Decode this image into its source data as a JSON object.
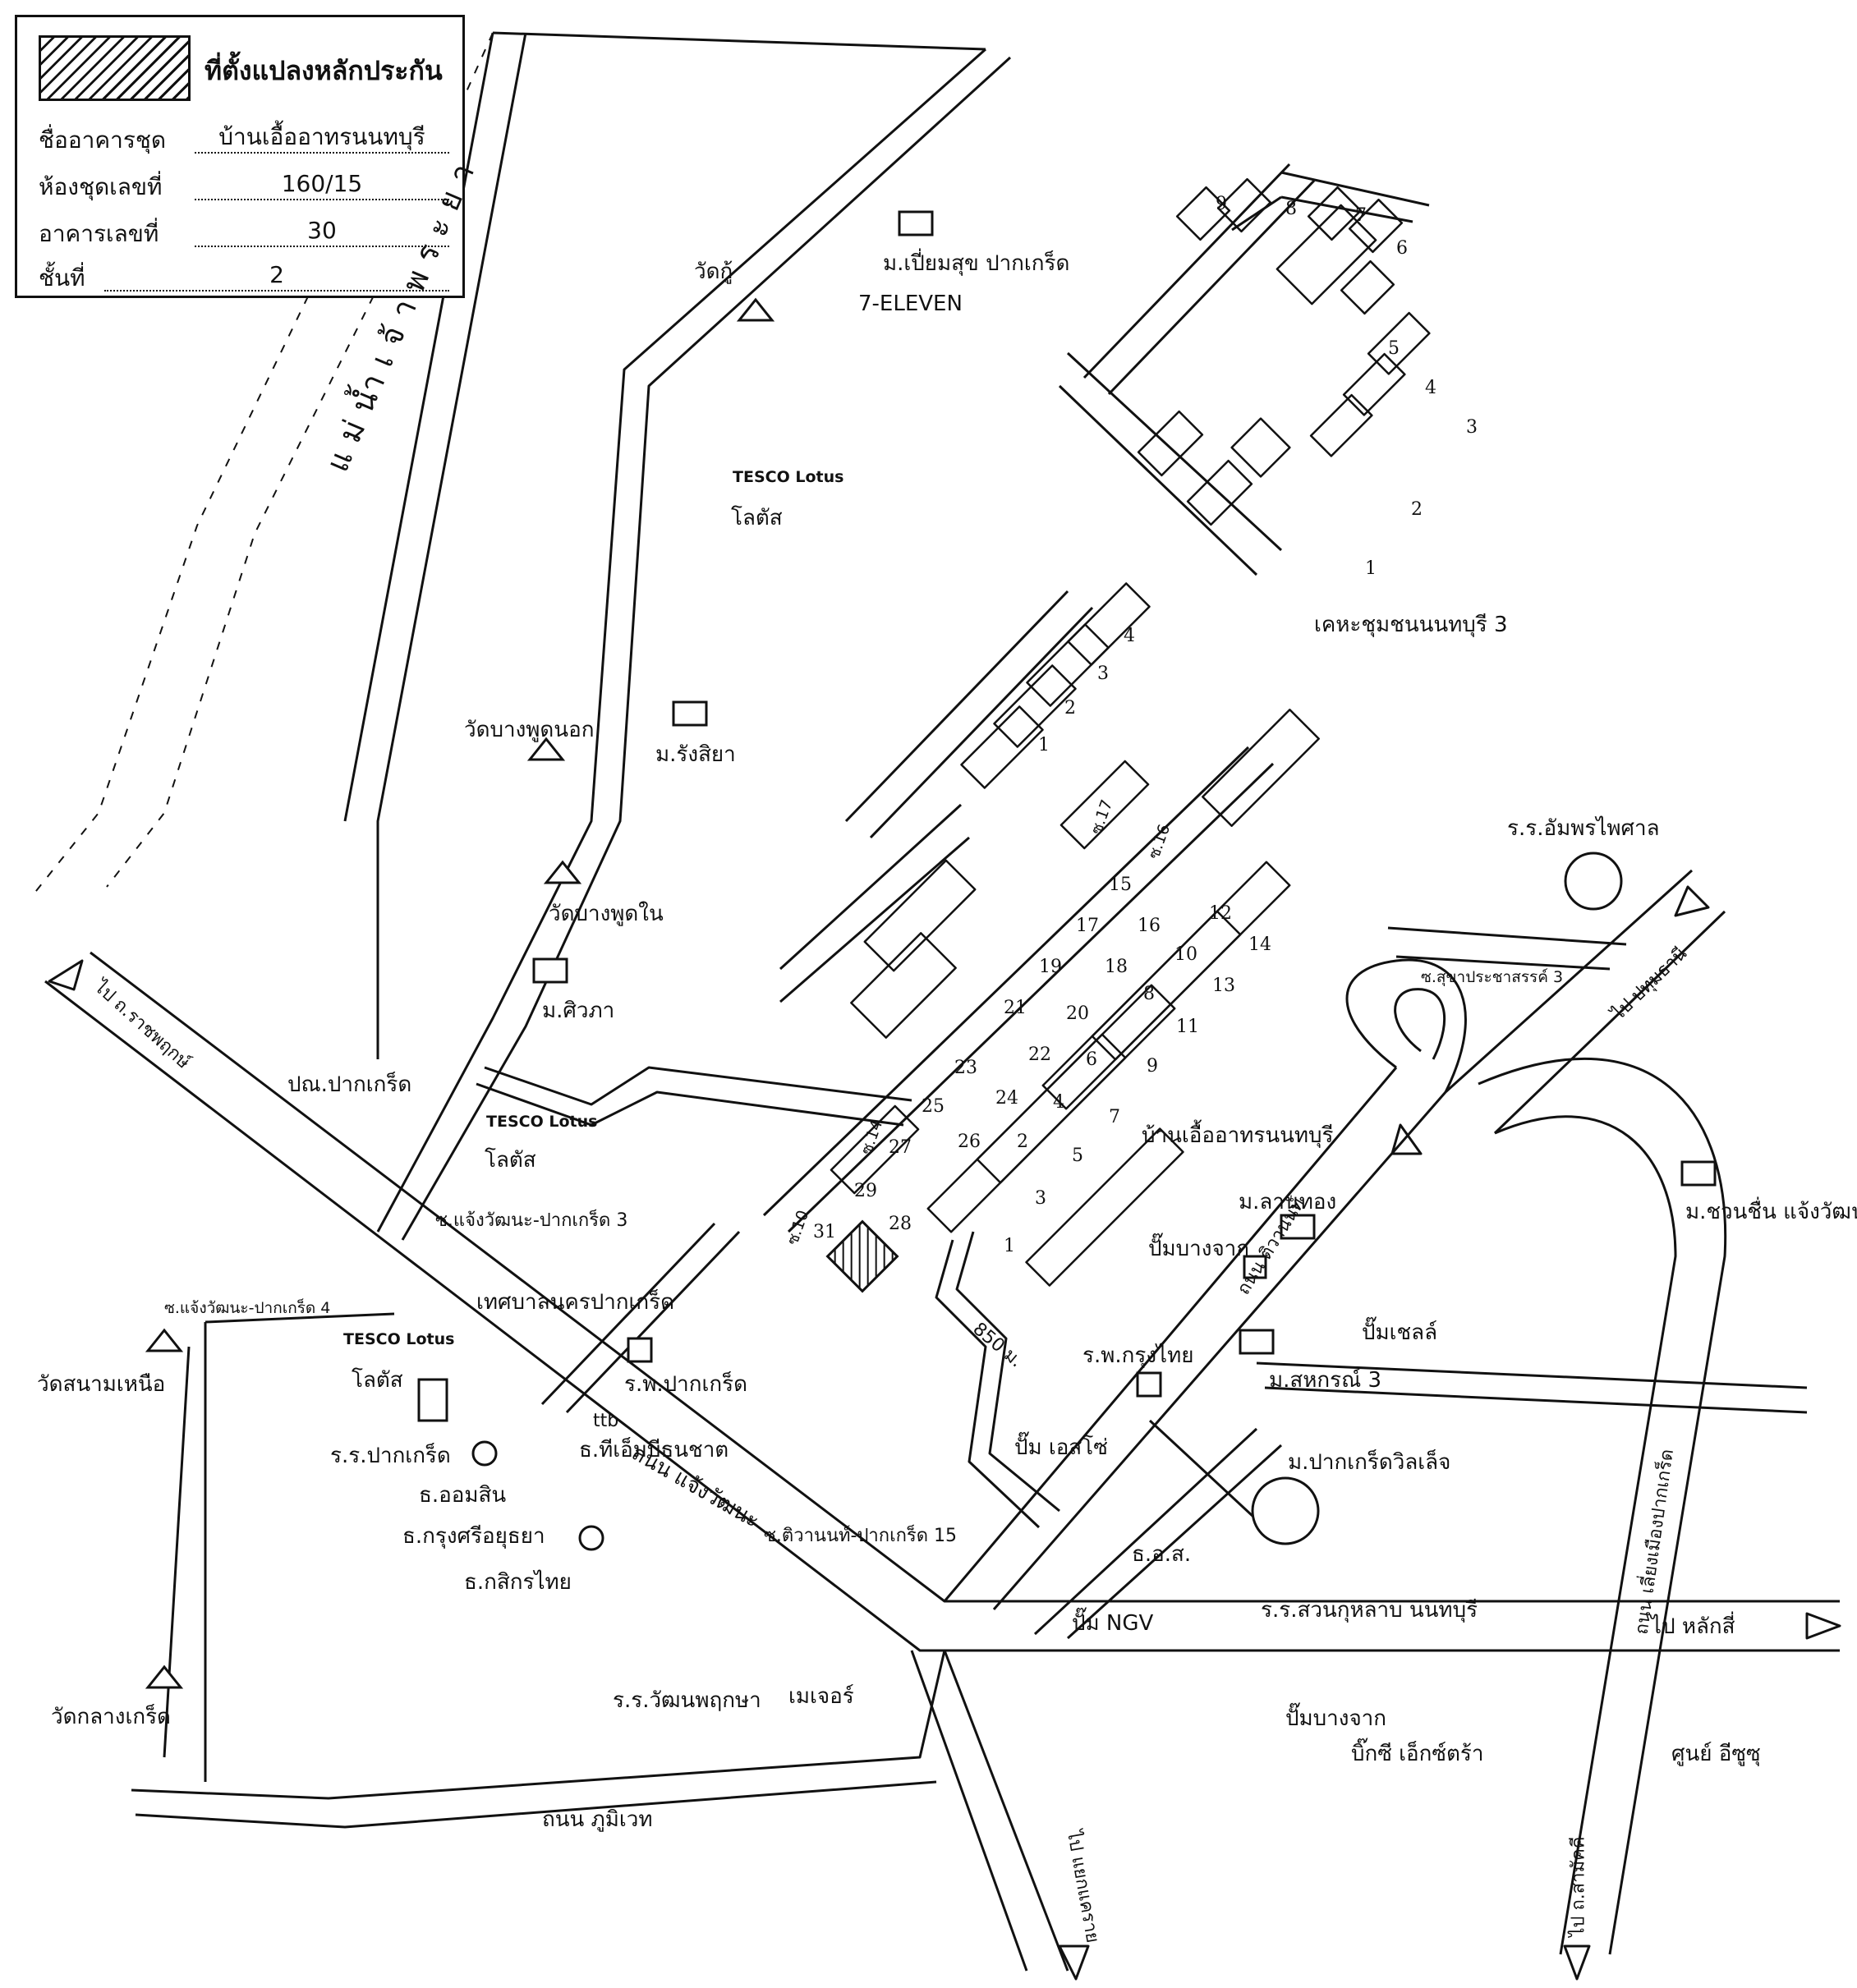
{
  "legend": {
    "title": "ที่ตั้งแปลงหลักประกัน",
    "rows": [
      {
        "label": "ชื่ออาคารชุด",
        "value": "บ้านเอื้ออาทรนนทบุรี"
      },
      {
        "label": "ห้องชุดเลขที่",
        "value": "160/15"
      },
      {
        "label": "อาคารเลขที่",
        "value": "30"
      },
      {
        "label": "ชั้นที่",
        "value": "2"
      }
    ]
  },
  "river": "แม่น้ำเจ้าพระยา",
  "roads": {
    "chaengwattana": "ถนน แจ้งวัฒนะ",
    "tiwanon": "ถนน ติวานนท์",
    "liang_mueang": "ถนน เลี่ยงเมืองปากเกร็ด",
    "phumiwet": "ถนน ภูมิเวท",
    "to_ratchaphruek": "ไป ถ.ราชพฤกษ์",
    "to_pathum": "ไป ปทุมธานี",
    "to_laksi": "ไป หลักสี่",
    "to_khaerai": "ไป แยกแคราย",
    "to_sanambinnam": "ไป ถ.สามัคคี",
    "soi_chaeng3": "ซ.แจ้งวัฒนะ-ปากเกร็ด 3",
    "soi_chaeng4": "ซ.แจ้งวัฒนะ-ปากเกร็ด 4",
    "soi_tiwanon15": "ซ.ติวานนท์-ปากเกร็ด 15",
    "soi_sukha3": "ซ.สุขาประชาสรรค์ 3",
    "distance": "850 ม.",
    "soi10": "ซ.10",
    "soi14": "ซ.14",
    "soi16": "ซ.16",
    "soi17": "ซ.17"
  },
  "places": {
    "wat_ku": "วัดกู้",
    "moo_pleumsuk": "ม.เปี่ยมสุข ปากเกร็ด",
    "seven_eleven": "7-ELEVEN",
    "lotus_logo": "TESCO Lotus",
    "lotus": "โลตัส",
    "wat_bangphut_nok": "วัดบางพูดนอก",
    "moo_rungsiya": "ม.รังสิยา",
    "wat_bangphut_nai": "วัดบางพูดใน",
    "moo_siwapa": "ม.ศิวภา",
    "post_office": "ปณ.ปากเกร็ด",
    "municipality": "เทศบาลนครปากเกร็ด",
    "hospital_pakkret": "ร.พ.ปากเกร็ด",
    "tmb_logo": "ttb",
    "tmb": "ธ.ทีเอ็มบีธนชาต",
    "wat_sanam_nuea": "วัดสนามเหนือ",
    "school_pakkret": "ร.ร.ปากเกร็ด",
    "bank_omsin": "ธ.ออมสิน",
    "bank_krungsri": "ธ.กรุงศรีอยุธยา",
    "bank_kasikorn": "ธ.กสิกรไทย",
    "wat_klang_kret": "วัดกลางเกร็ด",
    "school_watthana": "ร.ร.วัฒนพฤกษา",
    "major": "เมเจอร์",
    "community": "เคหะชุมชนนนทบุรี 3",
    "project": "บ้านเอื้ออาทรนนทบุรี",
    "school_amphon": "ร.ร.อัมพรไพศาล",
    "moo_lanthong": "ม.ลานทอง",
    "pump_bangchak": "ปั๊มบางจาก",
    "pump_shell": "ปั๊มเชลล์",
    "hospital_krungthai": "ร.พ.กรุงไทย",
    "moo_sahakorn": "ม.สหกรณ์ 3",
    "moo_pakkret_village": "ม.ปากเกร็ดวิลเล็จ",
    "pump_esso": "ปั๊ม เอสโซ่",
    "baac": "ธ.อ.ส.",
    "school_suankulab": "ร.ร.สวนกุหลาบ นนทบุรี",
    "pump_ngv": "ปั๊ม NGV",
    "moo_chuanchuen": "ม.ชวนชื่น แจ้งวัฒนะ",
    "pump_bangchak2": "ปั๊มบางจาก",
    "bigc": "บิ๊กซี เอ็กซ์ตร้า",
    "isuzu": "ศูนย์ อีซูซุ"
  },
  "lot_numbers": {
    "north": [
      "1",
      "2",
      "3",
      "4",
      "5",
      "6",
      "7",
      "8",
      "9"
    ],
    "upper": [
      "1",
      "2",
      "3",
      "4"
    ],
    "main": [
      "1",
      "2",
      "3",
      "4",
      "5",
      "6",
      "7",
      "8",
      "9",
      "10",
      "11",
      "12",
      "13",
      "14",
      "15",
      "16",
      "17",
      "18",
      "19",
      "20",
      "21",
      "22",
      "23",
      "24",
      "25",
      "26",
      "27",
      "28",
      "29",
      "31"
    ]
  },
  "icons": [
    "village-icon",
    "temple-icon",
    "store-icon",
    "lotus-logo",
    "post-office-icon",
    "garuda-icon",
    "hospital-cross-icon",
    "school-emblem-icon",
    "bank-icon",
    "bangchak-icon",
    "shell-icon",
    "esso-icon",
    "ngv-icon",
    "bigc-icon",
    "isuzu-icon",
    "cinema-icon",
    "pin-icon"
  ]
}
